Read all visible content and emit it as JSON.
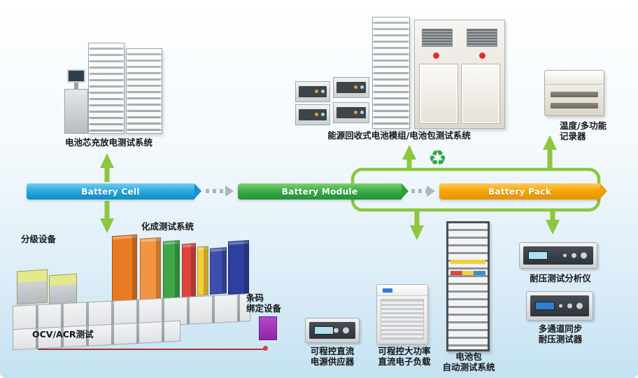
{
  "flow": {
    "cell": {
      "label": "Battery Cell"
    },
    "module": {
      "label": "Battery Module"
    },
    "pack": {
      "label": "Battery Pack"
    }
  },
  "stations": {
    "cell_test": {
      "label": "电池芯充放电测试系统"
    },
    "module_pack_test": {
      "label": "能源回收式电池模组/电池包测试系统"
    },
    "recorder": {
      "label": "温度/多功能\n记录器"
    },
    "grading": {
      "label": "分级设备"
    },
    "formation_test": {
      "label": "化成测试系统"
    },
    "barcode": {
      "label": "条码\n绑定设备"
    },
    "ocv_acr": {
      "label": "OCV/ACR测试"
    },
    "dc_source": {
      "label": "可程控直流\n电源供应器"
    },
    "dc_load": {
      "label": "可程控大功率\n直流电子负载"
    },
    "pack_auto_test": {
      "label": "电池包\n自动测试系统"
    },
    "hipot_analyzer": {
      "label": "耐压测试分析仪"
    },
    "multi_hipot": {
      "label": "多通道同步\n耐压测试器"
    }
  },
  "icons": {
    "recycle": "♻"
  },
  "colors": {
    "banner_cell": "#1a9cd8",
    "banner_module": "#2faa44",
    "banner_pack": "#f5a000",
    "arrow_green": "#8dc63f",
    "arrow_gray": "#b0b5b8"
  }
}
